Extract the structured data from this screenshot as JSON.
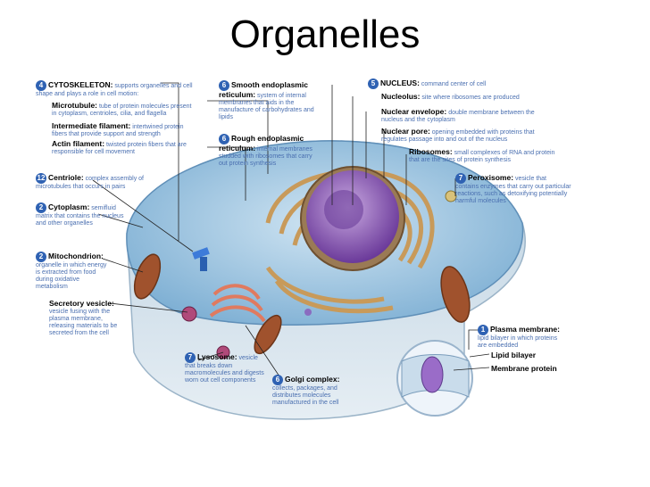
{
  "title": "Organelles",
  "labels": {
    "cytoskeleton": {
      "num": "4",
      "name": "CYTOSKELETON:",
      "desc": "supports organelles and cell shape and plays a role in cell motion:"
    },
    "microtubule": {
      "name": "Microtubule:",
      "desc": "tube of protein molecules present in cytoplasm, centrioles, cilia, and flagella"
    },
    "intermediate": {
      "name": "Intermediate filament:",
      "desc": "intertwined protein fibers that provide support and strength"
    },
    "actin": {
      "name": "Actin filament:",
      "desc": "twisted protein fibers that are responsible for cell movement"
    },
    "centriole": {
      "num": "12",
      "name": "Centriole:",
      "desc": "complex assembly of microtubules that occurs in pairs"
    },
    "cytoplasm": {
      "num": "2",
      "name": "Cytoplasm:",
      "desc": "semifluid matrix that contains the nucleus and other organelles"
    },
    "mitochondrion": {
      "num": "2",
      "name": "Mitochondrion:",
      "desc": "organelle in which energy is extracted from food during oxidative metabolism"
    },
    "secretory": {
      "name": "Secretory vesicle:",
      "desc": "vesicle fusing with the plasma membrane, releasing materials to be secreted from the cell"
    },
    "smooth_er": {
      "num": "6",
      "name": "Smooth endoplasmic reticulum:",
      "desc": "system of internal membranes that aids in the manufacture of carbohydrates and lipids"
    },
    "rough_er": {
      "num": "6",
      "name": "Rough endoplasmic reticulum:",
      "desc": "internal membranes studded with ribosomes that carry out protein synthesis"
    },
    "nucleus": {
      "num": "5",
      "name": "NUCLEUS:",
      "desc": "command center of cell"
    },
    "nucleolus": {
      "name": "Nucleolus:",
      "desc": "site where ribosomes are produced"
    },
    "envelope": {
      "name": "Nuclear envelope:",
      "desc": "double membrane between the nucleus and the cytoplasm"
    },
    "pore": {
      "name": "Nuclear pore:",
      "desc": "opening embedded with proteins that regulates passage into and out of the nucleus"
    },
    "ribosomes": {
      "name": "Ribosomes:",
      "desc": "small complexes of RNA and protein that are the sites of protein synthesis"
    },
    "peroxisome": {
      "num": "7",
      "name": "Peroxisome:",
      "desc": "vesicle that contains enzymes that carry out particular reactions, such as detoxifying potentially harmful molecules"
    },
    "plasma": {
      "num": "1",
      "name": "Plasma membrane:",
      "desc": "lipid bilayer in which proteins are embedded"
    },
    "lipid": {
      "name": "Lipid bilayer",
      "desc": ""
    },
    "membrane_protein": {
      "name": "Membrane protein",
      "desc": ""
    },
    "lysosome": {
      "num": "7",
      "name": "Lysosome:",
      "desc": "vesicle that breaks down macromolecules and digests worn out cell components"
    },
    "golgi": {
      "num": "6",
      "name": "Golgi complex:",
      "desc": "collects, packages, and distributes molecules manufactured in the cell"
    }
  }
}
